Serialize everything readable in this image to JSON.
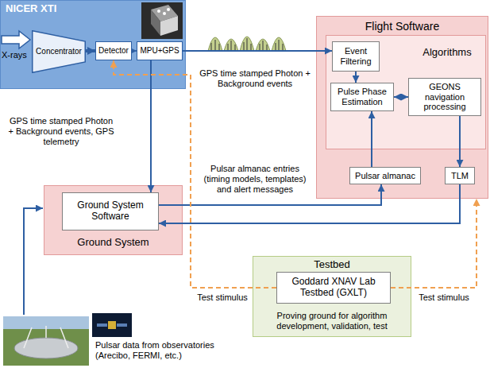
{
  "diagram": {
    "nodes": [
      {
        "text": [
          "NICER XTI"
        ]
      },
      {
        "text": [
          "Concentrator"
        ],
        "in": 0
      },
      {
        "text": [
          "Detector"
        ],
        "in": 0
      },
      {
        "text": [
          "MPU+GPS"
        ],
        "in": 0
      },
      {
        "text": [
          "Flight Software"
        ]
      },
      {
        "text": [
          "Algorithms"
        ],
        "in": 4
      },
      {
        "text": [
          "Event Filtering"
        ],
        "in": 5
      },
      {
        "text": [
          "Pulse Phase Estimation"
        ],
        "in": 5
      },
      {
        "text": [
          "GEONS navigation processing"
        ],
        "in": 5
      },
      {
        "text": [
          "Pulsar almanac"
        ],
        "in": 4
      },
      {
        "text": [
          "TLM"
        ],
        "in": 4
      },
      {
        "text": [
          "Ground System"
        ]
      },
      {
        "text": [
          "Ground System Software"
        ],
        "in": 11
      },
      {
        "text": [
          "Testbed",
          "Proving ground for algorithm development, validation, test"
        ]
      },
      {
        "text": [
          "Goddard XNAV Lab Testbed (GXLT)"
        ],
        "in": 13
      }
    ],
    "edges": [
      {
        "from": 1,
        "to": 2,
        "arrow": "to"
      },
      {
        "from": 2,
        "to": 3,
        "arrow": "to"
      },
      {
        "from": 3,
        "to": 6,
        "arrow": "to",
        "label": "GPS time stamped Photon + Background events"
      },
      {
        "from": 3,
        "to": 12,
        "arrow": "to",
        "label": "GPS time stamped Photon + Background events, GPS telemetry"
      },
      {
        "from": 6,
        "to": 7,
        "arrow": "to"
      },
      {
        "from": 7,
        "to": 8,
        "arrow": "both"
      },
      {
        "from": 9,
        "to": 7,
        "arrow": "to"
      },
      {
        "from": 8,
        "to": 10,
        "arrow": "to"
      },
      {
        "from": 12,
        "to": 9,
        "arrow": "to",
        "label": "Pulsar almanac entries (timing models, templates) and alert messages"
      },
      {
        "from": 10,
        "to": 12,
        "arrow": "to"
      },
      {
        "from": 14,
        "to": 2,
        "arrow": "to",
        "label": "Test stimulus"
      },
      {
        "from": 14,
        "to": 4,
        "arrow": "to",
        "label": "Test stimulus"
      }
    ],
    "labels": [
      "X-rays",
      "Pulsar data from observatories (Arecibo, FERMI, etc.)"
    ]
  }
}
